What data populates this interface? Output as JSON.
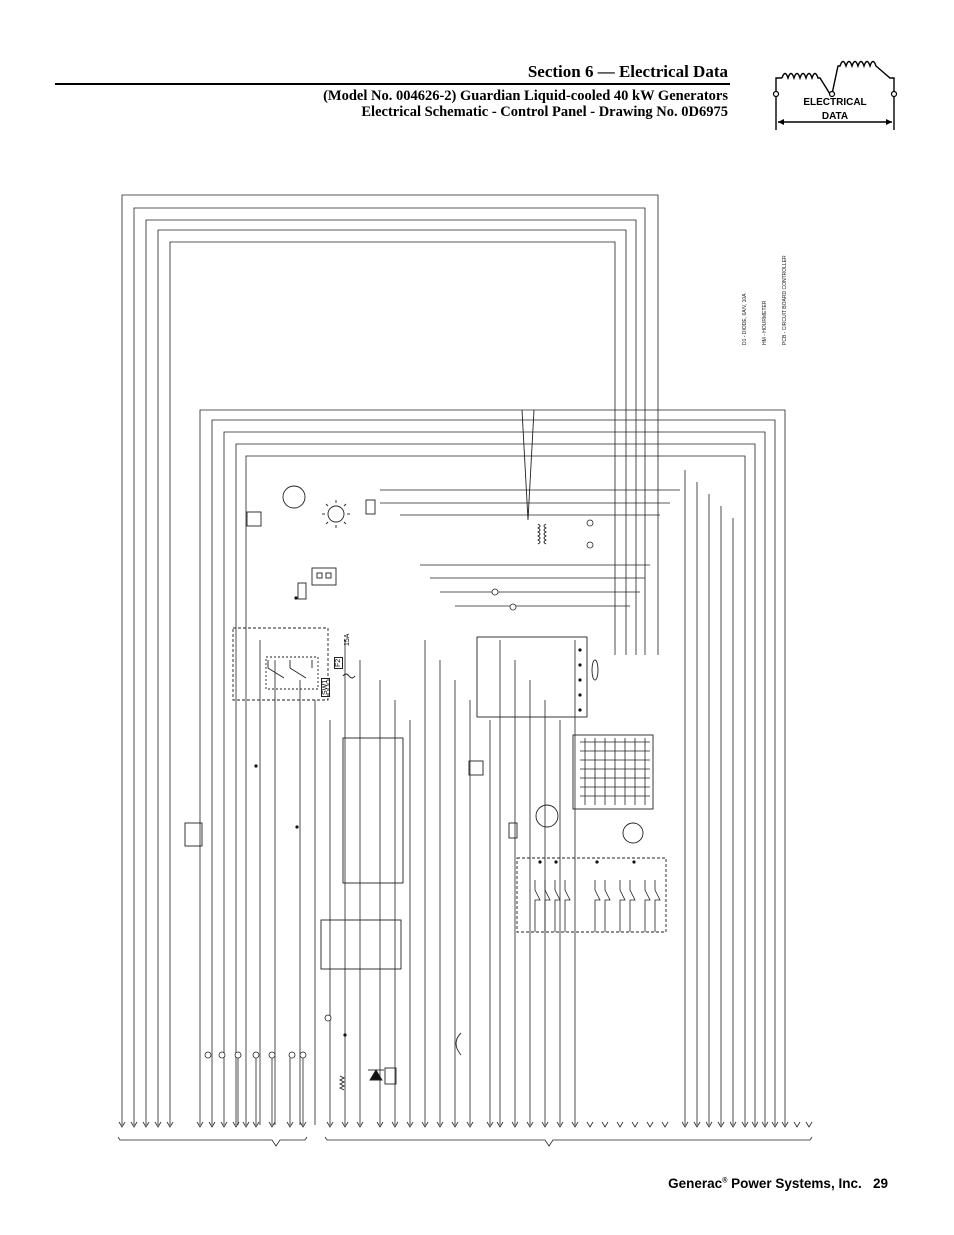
{
  "header": {
    "section_title": "Section 6 — Electrical Data",
    "subtitle_line1": "(Model No. 004626-2) Guardian Liquid-cooled 40 kW Generators",
    "subtitle_line2": "Electrical Schematic - Control Panel - Drawing No. 0D6975"
  },
  "badge": {
    "line1": "ELECTRICAL",
    "line2": "DATA"
  },
  "schematic": {
    "legend": [
      "D1 - DIODE, 6A/V, 10A",
      "HM - HOURMETER",
      "PCB - CIRCUIT BOARD CONTROLLER"
    ],
    "fuse_label": "F2",
    "fuse_rating": "15A",
    "switch_label": "SW1"
  },
  "footer": {
    "company": "Generac",
    "company_suffix": "Power Systems, Inc.",
    "page_number": "29"
  }
}
